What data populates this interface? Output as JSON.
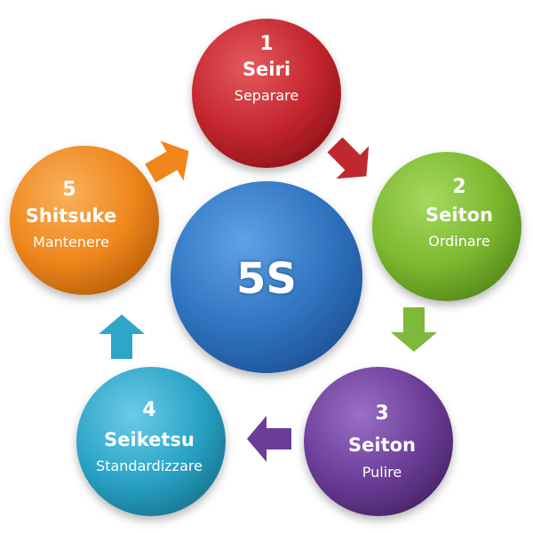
{
  "center": {
    "label": "5S",
    "color": "#2f74c0"
  },
  "steps": [
    {
      "number": "1",
      "name": "Seiri",
      "subtitle": "Separare",
      "color": "#c4262e"
    },
    {
      "number": "2",
      "name": "Seiton",
      "subtitle": "Ordinare",
      "color": "#7cb82f"
    },
    {
      "number": "3",
      "name": "Seiton",
      "subtitle": "Pulire",
      "color": "#6b3d98"
    },
    {
      "number": "4",
      "name": "Seiketsu",
      "subtitle": "Standardizzare",
      "color": "#2aa3c7"
    },
    {
      "number": "5",
      "name": "Shitsuke",
      "subtitle": "Mantenere",
      "color": "#f0861c"
    }
  ]
}
